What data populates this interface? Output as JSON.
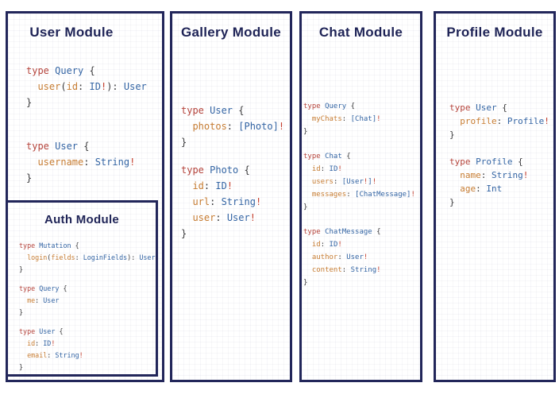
{
  "colors": {
    "page_background": "#ffffff",
    "box_border": "#22265a",
    "title_text": "#1e2356",
    "tokens": {
      "kw": "#b5443c",
      "typ": "#3465a4",
      "fld": "#c77d33",
      "bang": "#c5402f",
      "pt": "#3a3a3c"
    }
  },
  "modules": [
    {
      "id": "user",
      "title": "User Module",
      "blocks": [
        {
          "lines": [
            [
              {
                "t": "type ",
                "c": "kw"
              },
              {
                "t": "Query ",
                "c": "typ"
              },
              {
                "t": "{",
                "c": "pt"
              }
            ],
            [
              {
                "t": "  user",
                "c": "fld"
              },
              {
                "t": "(",
                "c": "pt"
              },
              {
                "t": "id",
                "c": "fld"
              },
              {
                "t": ": ",
                "c": "pt"
              },
              {
                "t": "ID",
                "c": "typ"
              },
              {
                "t": "!",
                "c": "bang"
              },
              {
                "t": "): ",
                "c": "pt"
              },
              {
                "t": "User",
                "c": "typ"
              }
            ],
            [
              {
                "t": "}",
                "c": "pt"
              }
            ]
          ]
        },
        {
          "lines": [
            [
              {
                "t": "type ",
                "c": "kw"
              },
              {
                "t": "User ",
                "c": "typ"
              },
              {
                "t": "{",
                "c": "pt"
              }
            ],
            [
              {
                "t": "  username",
                "c": "fld"
              },
              {
                "t": ": ",
                "c": "pt"
              },
              {
                "t": "String",
                "c": "typ"
              },
              {
                "t": "!",
                "c": "bang"
              }
            ],
            [
              {
                "t": "}",
                "c": "pt"
              }
            ]
          ]
        }
      ]
    },
    {
      "id": "auth",
      "title": "Auth Module",
      "blocks": [
        {
          "lines": [
            [
              {
                "t": "type ",
                "c": "kw"
              },
              {
                "t": "Mutation ",
                "c": "typ"
              },
              {
                "t": "{",
                "c": "pt"
              }
            ],
            [
              {
                "t": "  login",
                "c": "fld"
              },
              {
                "t": "(",
                "c": "pt"
              },
              {
                "t": "fields",
                "c": "fld"
              },
              {
                "t": ": ",
                "c": "pt"
              },
              {
                "t": "LoginFields",
                "c": "typ"
              },
              {
                "t": "): ",
                "c": "pt"
              },
              {
                "t": "User",
                "c": "typ"
              }
            ],
            [
              {
                "t": "}",
                "c": "pt"
              }
            ]
          ]
        },
        {
          "lines": [
            [
              {
                "t": "type ",
                "c": "kw"
              },
              {
                "t": "Query ",
                "c": "typ"
              },
              {
                "t": "{",
                "c": "pt"
              }
            ],
            [
              {
                "t": "  me",
                "c": "fld"
              },
              {
                "t": ": ",
                "c": "pt"
              },
              {
                "t": "User",
                "c": "typ"
              }
            ],
            [
              {
                "t": "}",
                "c": "pt"
              }
            ]
          ]
        },
        {
          "lines": [
            [
              {
                "t": "type ",
                "c": "kw"
              },
              {
                "t": "User ",
                "c": "typ"
              },
              {
                "t": "{",
                "c": "pt"
              }
            ],
            [
              {
                "t": "  id",
                "c": "fld"
              },
              {
                "t": ": ",
                "c": "pt"
              },
              {
                "t": "ID",
                "c": "typ"
              },
              {
                "t": "!",
                "c": "bang"
              }
            ],
            [
              {
                "t": "  email",
                "c": "fld"
              },
              {
                "t": ": ",
                "c": "pt"
              },
              {
                "t": "String",
                "c": "typ"
              },
              {
                "t": "!",
                "c": "bang"
              }
            ],
            [
              {
                "t": "}",
                "c": "pt"
              }
            ]
          ]
        }
      ]
    },
    {
      "id": "gallery",
      "title": "Gallery Module",
      "blocks": [
        {
          "lines": [
            [
              {
                "t": "type ",
                "c": "kw"
              },
              {
                "t": "User ",
                "c": "typ"
              },
              {
                "t": "{",
                "c": "pt"
              }
            ],
            [
              {
                "t": "  photos",
                "c": "fld"
              },
              {
                "t": ": ",
                "c": "pt"
              },
              {
                "t": "[Photo]",
                "c": "typ"
              },
              {
                "t": "!",
                "c": "bang"
              }
            ],
            [
              {
                "t": "}",
                "c": "pt"
              }
            ]
          ]
        },
        {
          "lines": [
            [
              {
                "t": "type ",
                "c": "kw"
              },
              {
                "t": "Photo ",
                "c": "typ"
              },
              {
                "t": "{",
                "c": "pt"
              }
            ],
            [
              {
                "t": "  id",
                "c": "fld"
              },
              {
                "t": ": ",
                "c": "pt"
              },
              {
                "t": "ID",
                "c": "typ"
              },
              {
                "t": "!",
                "c": "bang"
              }
            ],
            [
              {
                "t": "  url",
                "c": "fld"
              },
              {
                "t": ": ",
                "c": "pt"
              },
              {
                "t": "String",
                "c": "typ"
              },
              {
                "t": "!",
                "c": "bang"
              }
            ],
            [
              {
                "t": "  user",
                "c": "fld"
              },
              {
                "t": ": ",
                "c": "pt"
              },
              {
                "t": "User",
                "c": "typ"
              },
              {
                "t": "!",
                "c": "bang"
              }
            ],
            [
              {
                "t": "}",
                "c": "pt"
              }
            ]
          ]
        }
      ]
    },
    {
      "id": "chat",
      "title": "Chat Module",
      "blocks": [
        {
          "lines": [
            [
              {
                "t": "type ",
                "c": "kw"
              },
              {
                "t": "Query ",
                "c": "typ"
              },
              {
                "t": "{",
                "c": "pt"
              }
            ],
            [
              {
                "t": "  myChats",
                "c": "fld"
              },
              {
                "t": ": ",
                "c": "pt"
              },
              {
                "t": "[Chat]",
                "c": "typ"
              },
              {
                "t": "!",
                "c": "bang"
              }
            ],
            [
              {
                "t": "}",
                "c": "pt"
              }
            ]
          ]
        },
        {
          "lines": [
            [
              {
                "t": "type ",
                "c": "kw"
              },
              {
                "t": "Chat ",
                "c": "typ"
              },
              {
                "t": "{",
                "c": "pt"
              }
            ],
            [
              {
                "t": "  id",
                "c": "fld"
              },
              {
                "t": ": ",
                "c": "pt"
              },
              {
                "t": "ID",
                "c": "typ"
              },
              {
                "t": "!",
                "c": "bang"
              }
            ],
            [
              {
                "t": "  users",
                "c": "fld"
              },
              {
                "t": ": ",
                "c": "pt"
              },
              {
                "t": "[User",
                "c": "typ"
              },
              {
                "t": "!",
                "c": "bang"
              },
              {
                "t": "]",
                "c": "typ"
              },
              {
                "t": "!",
                "c": "bang"
              }
            ],
            [
              {
                "t": "  messages",
                "c": "fld"
              },
              {
                "t": ": ",
                "c": "pt"
              },
              {
                "t": "[ChatMessage]",
                "c": "typ"
              },
              {
                "t": "!",
                "c": "bang"
              }
            ],
            [
              {
                "t": "}",
                "c": "pt"
              }
            ]
          ]
        },
        {
          "lines": [
            [
              {
                "t": "type ",
                "c": "kw"
              },
              {
                "t": "ChatMessage ",
                "c": "typ"
              },
              {
                "t": "{",
                "c": "pt"
              }
            ],
            [
              {
                "t": "  id",
                "c": "fld"
              },
              {
                "t": ": ",
                "c": "pt"
              },
              {
                "t": "ID",
                "c": "typ"
              },
              {
                "t": "!",
                "c": "bang"
              }
            ],
            [
              {
                "t": "  author",
                "c": "fld"
              },
              {
                "t": ": ",
                "c": "pt"
              },
              {
                "t": "User",
                "c": "typ"
              },
              {
                "t": "!",
                "c": "bang"
              }
            ],
            [
              {
                "t": "  content",
                "c": "fld"
              },
              {
                "t": ": ",
                "c": "pt"
              },
              {
                "t": "String",
                "c": "typ"
              },
              {
                "t": "!",
                "c": "bang"
              }
            ],
            [
              {
                "t": "}",
                "c": "pt"
              }
            ]
          ]
        }
      ]
    },
    {
      "id": "profile",
      "title": "Profile Module",
      "blocks": [
        {
          "lines": [
            [
              {
                "t": "type ",
                "c": "kw"
              },
              {
                "t": "User ",
                "c": "typ"
              },
              {
                "t": "{",
                "c": "pt"
              }
            ],
            [
              {
                "t": "  profile",
                "c": "fld"
              },
              {
                "t": ": ",
                "c": "pt"
              },
              {
                "t": "Profile",
                "c": "typ"
              },
              {
                "t": "!",
                "c": "bang"
              }
            ],
            [
              {
                "t": "}",
                "c": "pt"
              }
            ]
          ]
        },
        {
          "lines": [
            [
              {
                "t": "type ",
                "c": "kw"
              },
              {
                "t": "Profile ",
                "c": "typ"
              },
              {
                "t": "{",
                "c": "pt"
              }
            ],
            [
              {
                "t": "  name",
                "c": "fld"
              },
              {
                "t": ": ",
                "c": "pt"
              },
              {
                "t": "String",
                "c": "typ"
              },
              {
                "t": "!",
                "c": "bang"
              }
            ],
            [
              {
                "t": "  age",
                "c": "fld"
              },
              {
                "t": ": ",
                "c": "pt"
              },
              {
                "t": "Int",
                "c": "typ"
              }
            ],
            [
              {
                "t": "}",
                "c": "pt"
              }
            ]
          ]
        }
      ]
    }
  ]
}
